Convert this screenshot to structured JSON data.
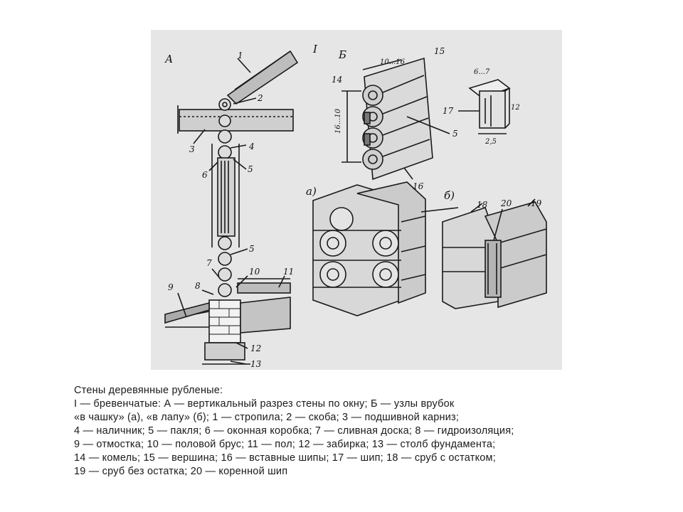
{
  "figure": {
    "labels": {
      "A": "А",
      "I": "I",
      "B": "Б",
      "a": "а)",
      "b": "б)",
      "n1": "1",
      "n2": "2",
      "n3": "3",
      "n4": "4",
      "n5": "5",
      "n5b": "5",
      "n5c": "5",
      "n6": "6",
      "n7": "7",
      "n8": "8",
      "n9": "9",
      "n10": "10",
      "n11": "11",
      "n12": "12",
      "n13": "13",
      "n14": "14",
      "n15": "15",
      "n16": "16",
      "n17": "17",
      "n18": "18",
      "n19": "19",
      "n20": "20",
      "dim_10_16": "10...16",
      "dim_6_7": "6...7",
      "dim_2_5": "2,5",
      "dim_16_10": "16...10",
      "dim_side": "12"
    }
  },
  "caption": {
    "lines": [
      "Стены деревянные рубленые:",
      "I — бревенчатые: А — вертикальный разрез стены по окну; Б — узлы врубок",
      "«в чашку» (а), «в лапу» (б); 1 — стропила; 2 — скоба; 3 — подшивной карниз;",
      "4 — наличник; 5 — пакля; 6 — оконная коробка; 7 — сливная доска; 8 — гидроизоляция;",
      "9 — отмостка; 10 — половой брус; 11 — пол; 12 — забирка; 13 — столб фундамента;",
      "14 — комель; 15 — вершина; 16 — вставные шипы; 17 — шип; 18 — сруб с остатком;",
      "19 — сруб без остатка; 20 — коренной шип"
    ]
  }
}
